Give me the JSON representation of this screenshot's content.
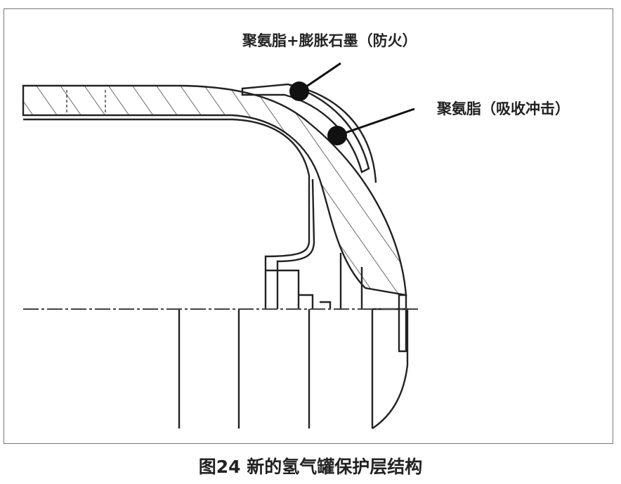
{
  "labels": {
    "fire_layer": "聚氨脂+膨胀石墨（防火）",
    "impact_layer": "聚氨脂（吸收冲击）"
  },
  "caption": "图24 新的氢气罐保护层结构"
}
